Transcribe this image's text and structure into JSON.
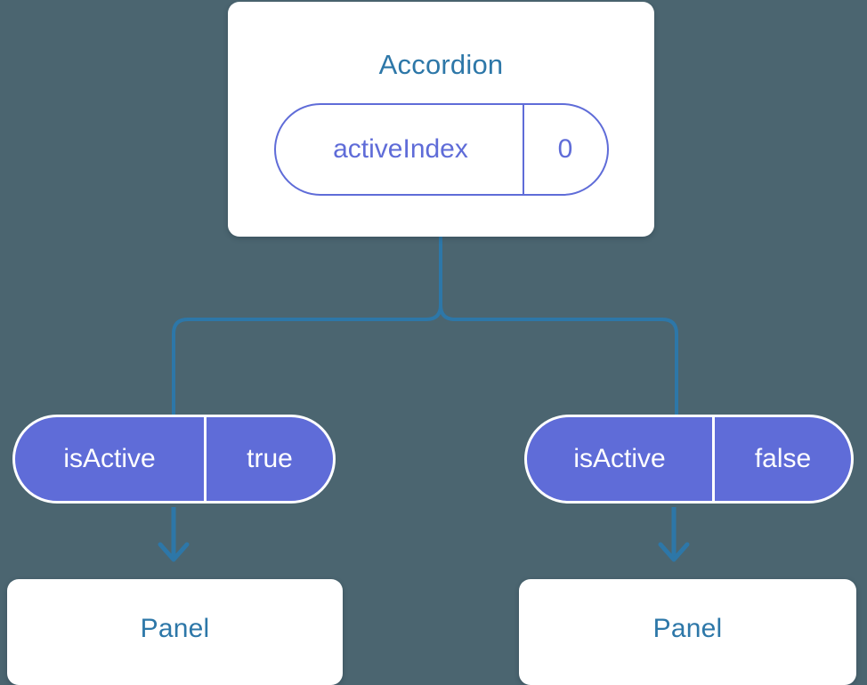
{
  "diagram": {
    "type": "component-tree",
    "background_color": "#4b6570",
    "accent_blue": "#2d77a8",
    "accent_indigo": "#5f6cd8",
    "card_background": "#ffffff"
  },
  "root": {
    "title": "Accordion",
    "state_pill": {
      "key": "activeIndex",
      "value": "0"
    }
  },
  "children": [
    {
      "prop_pill": {
        "key": "isActive",
        "value": "true"
      },
      "card_title": "Panel"
    },
    {
      "prop_pill": {
        "key": "isActive",
        "value": "false"
      },
      "card_title": "Panel"
    }
  ],
  "connectors": {
    "branch_color": "#2d77a8",
    "arrow_color": "#2d77a8",
    "arrow_icon": "arrow-down-icon"
  }
}
